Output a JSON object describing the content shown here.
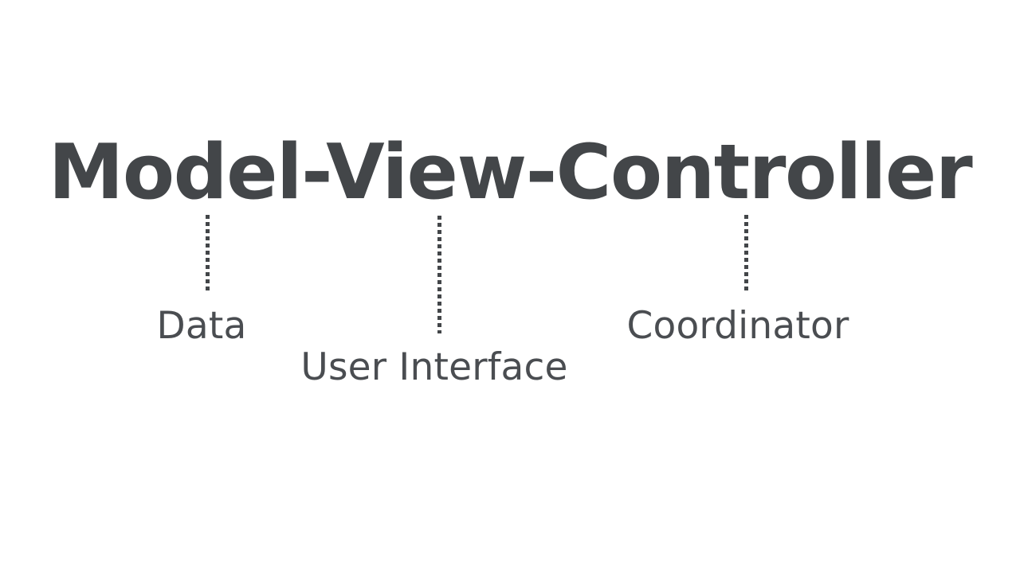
{
  "slide": {
    "background_color": "#ffffff",
    "title": "Model-View-Controller",
    "title_color": "#434649",
    "label_color": "#4a4d51",
    "connector_color": "#434649",
    "annotations": [
      {
        "term": "Model",
        "label": "Data",
        "connector": "dotted-vertical-line"
      },
      {
        "term": "View",
        "label": "User Interface",
        "connector": "dotted-vertical-line"
      },
      {
        "term": "Controller",
        "label": "Coordinator",
        "connector": "dotted-vertical-line"
      }
    ]
  }
}
